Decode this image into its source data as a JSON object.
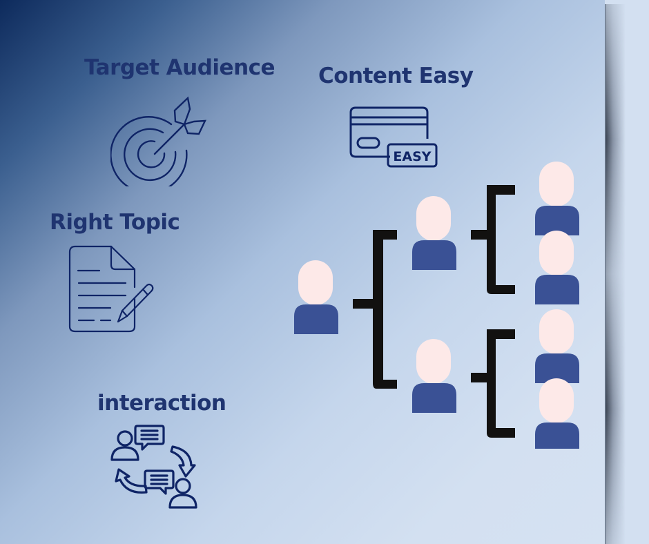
{
  "colors": {
    "heading": "#1f3470",
    "icon_stroke": "#0f2466",
    "person_head": "#fde9e8",
    "person_body": "#3a5195",
    "bracket": "#121110"
  },
  "sections": [
    {
      "id": "target",
      "title": "Target Audience",
      "icon": "target-arrow-icon"
    },
    {
      "id": "content",
      "title": "Content Easy",
      "icon": "easy-card-icon",
      "badge": "EASY"
    },
    {
      "id": "topic",
      "title": "Right Topic",
      "icon": "document-pencil-icon"
    },
    {
      "id": "interaction",
      "title": "interaction",
      "icon": "people-chat-cycle-icon"
    }
  ],
  "tree": {
    "description": "referral tree",
    "levels": [
      1,
      2,
      4
    ]
  }
}
